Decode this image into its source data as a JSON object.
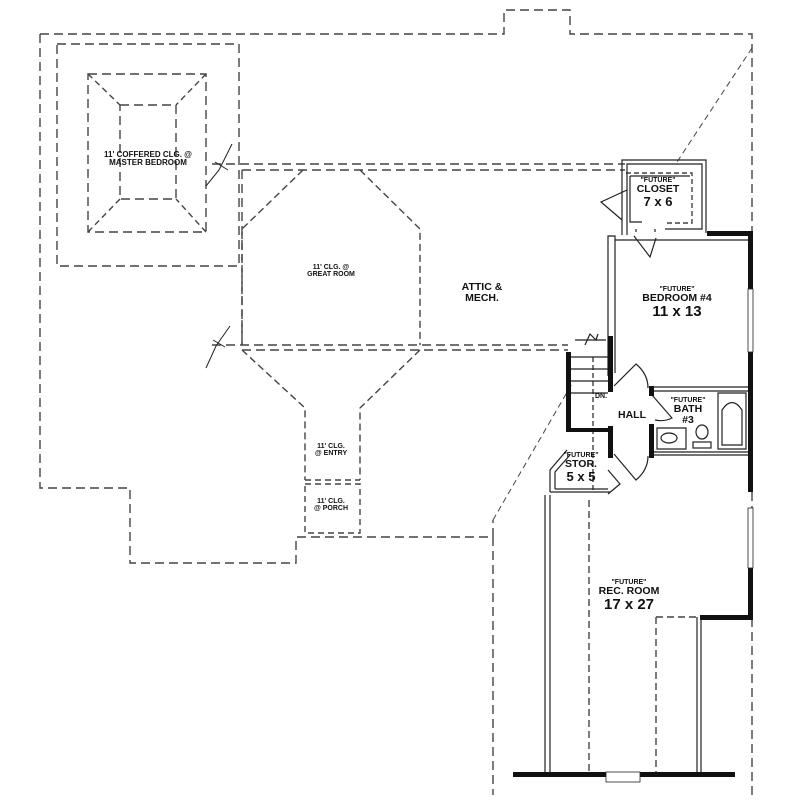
{
  "plan": {
    "title": "Second floor / bonus room floor plan",
    "line_color": "#222222",
    "dash_color": "#444444"
  },
  "labels": {
    "master_coffered": {
      "line1": "11' COFFERED CLG. @",
      "line2": "MASTER BEDROOM"
    },
    "great_room": {
      "line1": "11' CLG. @",
      "line2": "GREAT ROOM"
    },
    "attic": {
      "line1": "ATTIC &",
      "line2": "MECH."
    },
    "entry": {
      "line1": "11' CLG.",
      "line2": "@ ENTRY"
    },
    "porch": {
      "line1": "11' CLG.",
      "line2": "@ PORCH"
    },
    "closet": {
      "tag": "\"FUTURE\"",
      "name": "CLOSET",
      "size": "7 x 6"
    },
    "bedroom4": {
      "tag": "\"FUTURE\"",
      "name": "BEDROOM #4",
      "size": "11 x 13"
    },
    "hall": {
      "name": "HALL"
    },
    "stair": {
      "dn": "DN."
    },
    "bath3": {
      "tag": "\"FUTURE\"",
      "name": "BATH",
      "num": "#3"
    },
    "storage": {
      "tag": "\"FUTURE\"",
      "name": "STOR.",
      "size": "5 x 5"
    },
    "rec_room": {
      "tag": "\"FUTURE\"",
      "name": "REC. ROOM",
      "size": "17 x 27"
    }
  }
}
